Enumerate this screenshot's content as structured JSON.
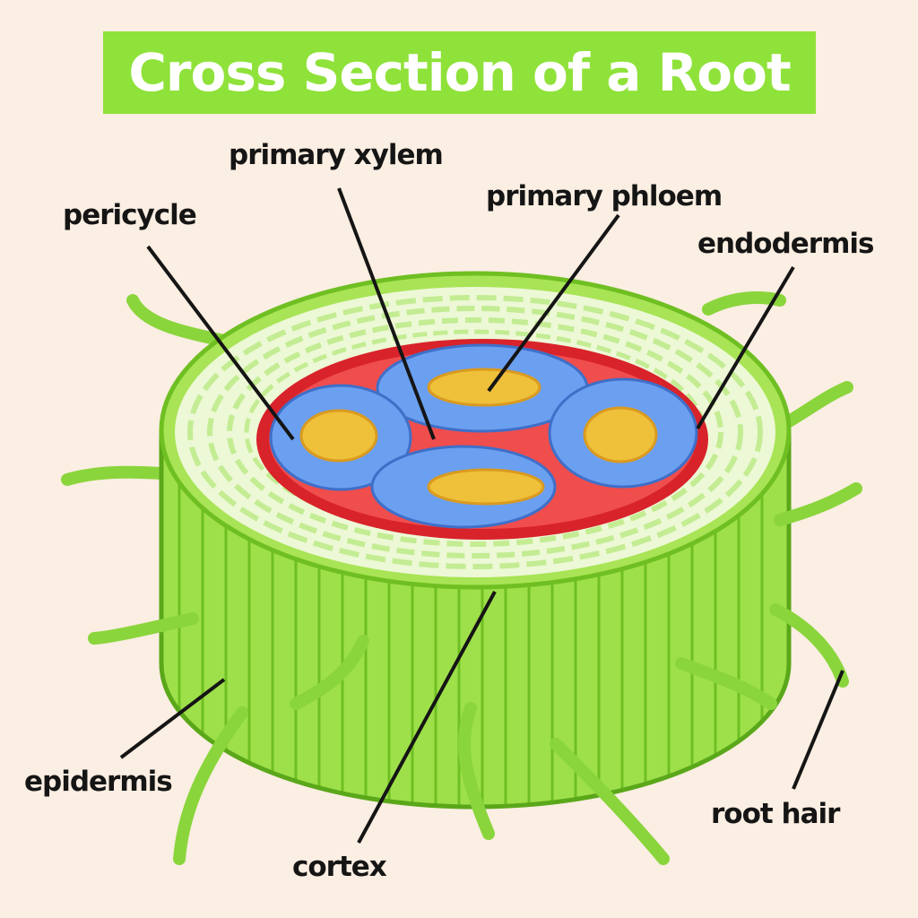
{
  "title": "Cross Section of a Root",
  "labels": {
    "primary_xylem": "primary xylem",
    "primary_phloem": "primary phloem",
    "pericycle": "pericycle",
    "endodermis": "endodermis",
    "epidermis": "epidermis",
    "cortex": "cortex",
    "root_hair": "root hair"
  },
  "colors": {
    "background": "#fbeee2",
    "banner": "#8fe23a",
    "epidermis": "#9ee04a",
    "cortex": "#edf8d6",
    "endodermis": "#d8232a",
    "pericycle": "#f04d4d",
    "phloem": "#6b9ff0",
    "xylem": "#efc03a",
    "root_hair": "#8ad53c"
  }
}
